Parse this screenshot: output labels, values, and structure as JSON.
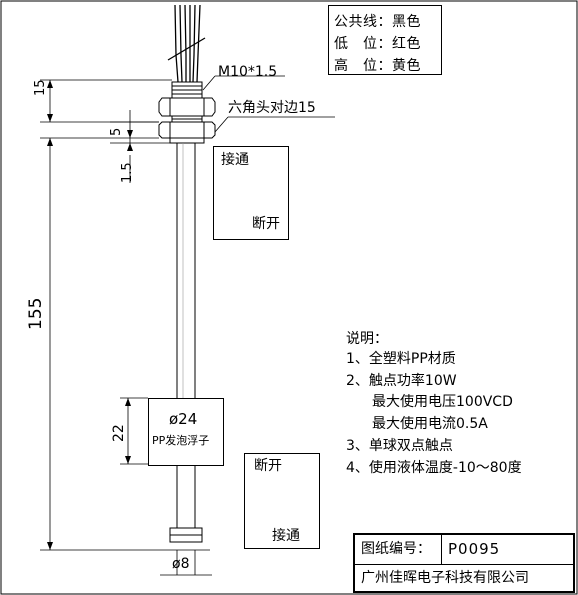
{
  "legend": {
    "row1": "公共线：黑色",
    "row2": "低　位：红色",
    "row3": "高　位：黄色"
  },
  "labels": {
    "thread": "M10*1.5",
    "hex": "六角头对边15",
    "float_diameter": "ø24",
    "float_material": "PP发泡浮子",
    "rod_diameter": "ø8"
  },
  "dimensions": {
    "d15": "15",
    "d5": "5",
    "d1_5": "1.5",
    "d155": "155",
    "d22": "22"
  },
  "switch_upper": {
    "top": "接通",
    "bottom": "断开"
  },
  "switch_lower": {
    "top": "断开",
    "bottom": "接通"
  },
  "notes": {
    "heading": "说明：",
    "item1": "1、全塑料PP材质",
    "item2": "2、触点功率10W",
    "item2a": "最大使用电压100VCD",
    "item2b": "最大使用电流0.5A",
    "item3": "3、单球双点触点",
    "item4": "4、使用液体温度-10～80度"
  },
  "titleblock": {
    "drawing_no_label": "图纸编号：",
    "drawing_no": "P0095",
    "company": "广州佳晖电子科技有限公司"
  }
}
